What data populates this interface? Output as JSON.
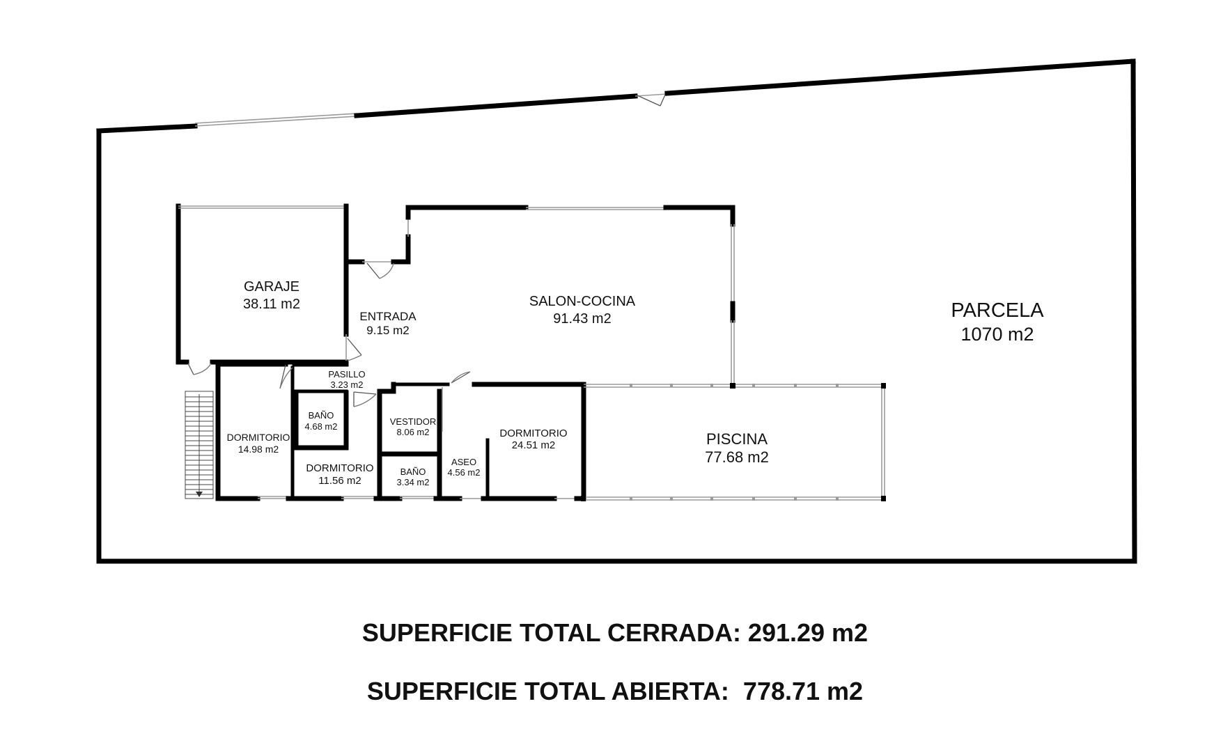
{
  "rooms": {
    "parcela": {
      "name": "PARCELA",
      "area": "1070 m2"
    },
    "garaje": {
      "name": "GARAJE",
      "area": "38.11 m2"
    },
    "entrada": {
      "name": "ENTRADA",
      "area": "9.15 m2"
    },
    "salon": {
      "name": "SALON-COCINA",
      "area": "91.43 m2"
    },
    "pasillo": {
      "name": "PASILLO",
      "area": "3.23 m2"
    },
    "banoA": {
      "name": "BAÑO",
      "area": "4.68 m2"
    },
    "dormA": {
      "name": "DORMITORIO",
      "area": "14.98 m2"
    },
    "dormB": {
      "name": "DORMITORIO",
      "area": "11.56 m2"
    },
    "vestidor": {
      "name": "VESTIDOR",
      "area": "8.06 m2"
    },
    "banoB": {
      "name": "BAÑO",
      "area": "3.34 m2"
    },
    "aseo": {
      "name": "ASEO",
      "area": "4.56 m2"
    },
    "dormC": {
      "name": "DORMITORIO",
      "area": "24.51 m2"
    },
    "piscina": {
      "name": "PISCINA",
      "area": "77.68 m2"
    }
  },
  "summary": {
    "cerrada": "SUPERFICIE TOTAL CERRADA: 291.29 m2",
    "abierta": "SUPERFICIE TOTAL ABIERTA:  778.71 m2"
  }
}
